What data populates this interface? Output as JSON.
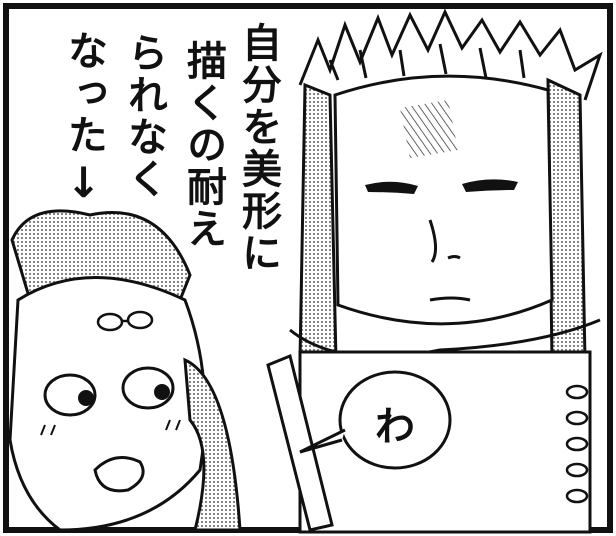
{
  "panel": {
    "narration_columns": [
      {
        "text": "自分を美形に"
      },
      {
        "text": "描くの耐え"
      },
      {
        "text": "られなく"
      },
      {
        "text": "なった"
      }
    ],
    "arrow": "↓",
    "speech_bubble": {
      "text": "わ"
    }
  },
  "colors": {
    "ink": "#111111",
    "paper": "#ffffff",
    "screentone": "#9a9a9a"
  }
}
